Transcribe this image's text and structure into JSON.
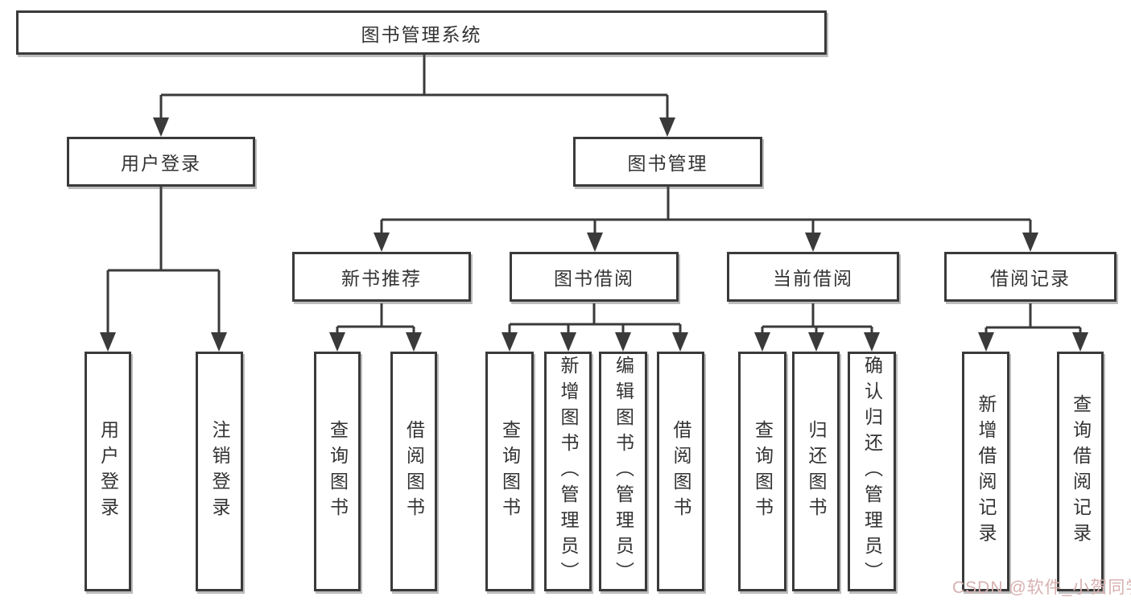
{
  "diagram": {
    "type": "hierarchy-tree",
    "title": "图书管理系统"
  },
  "colors": {
    "line": "#3a3a3a",
    "box_border": "#3a3a3a",
    "box_background": "#ffffff",
    "text": "#333333",
    "watermark": "#d8b0b0"
  },
  "nodes": {
    "root": {
      "label": "图书管理系统"
    },
    "user_login": {
      "label": "用户登录"
    },
    "book_management": {
      "label": "图书管理"
    },
    "new_book_recommend": {
      "label": "新书推荐"
    },
    "book_borrowing": {
      "label": "图书借阅"
    },
    "current_borrowing": {
      "label": "当前借阅"
    },
    "borrow_records": {
      "label": "借阅记录"
    },
    "leaf_user_login": {
      "label": "用户登录"
    },
    "leaf_logout": {
      "label": "注销登录"
    },
    "leaf_recommend_query_books": {
      "label": "查询图书"
    },
    "leaf_recommend_borrow_books": {
      "label": "借阅图书"
    },
    "leaf_borrowing_query_books": {
      "label": "查询图书"
    },
    "leaf_borrowing_add_books": {
      "label": "新增图书（管理员）"
    },
    "leaf_borrowing_edit_books": {
      "label": "编辑图书（管理员）"
    },
    "leaf_borrowing_borrow_books": {
      "label": "借阅图书"
    },
    "leaf_current_query_books": {
      "label": "查询图书"
    },
    "leaf_current_return_books": {
      "label": "归还图书"
    },
    "leaf_current_confirm_return": {
      "label": "确认归还（管理员）"
    },
    "leaf_records_add_record": {
      "label": "新增借阅记录"
    },
    "leaf_records_query_record": {
      "label": "查询借阅记录"
    }
  },
  "watermark": {
    "text": "CSDN @软件_小贺同学"
  }
}
